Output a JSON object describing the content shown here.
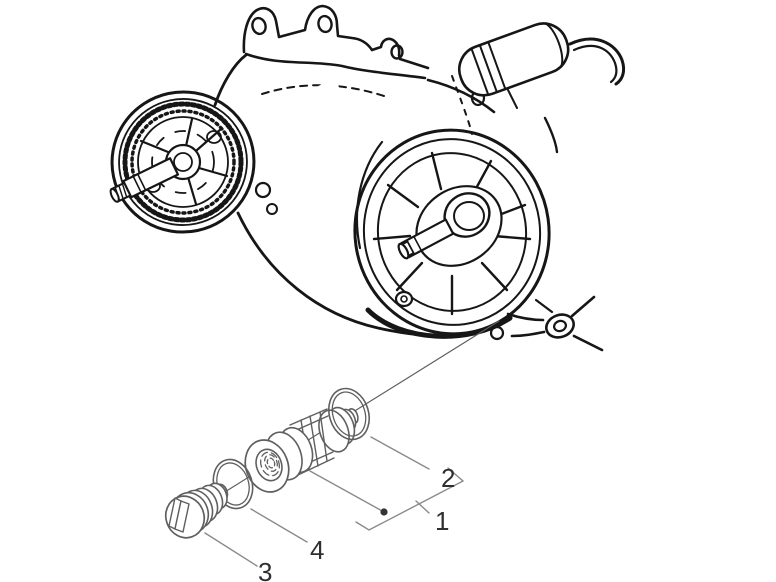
{
  "figure": {
    "type": "exploded-parts-diagram",
    "colors": {
      "background": "#ffffff",
      "engine-line": "#161616",
      "part-line": "#5f5f5f",
      "leader-line": "#8a8a8a",
      "label": "#2f2f2f"
    },
    "callouts": [
      {
        "label": "1"
      },
      {
        "label": "2"
      },
      {
        "label": "3"
      },
      {
        "label": "4"
      }
    ]
  }
}
